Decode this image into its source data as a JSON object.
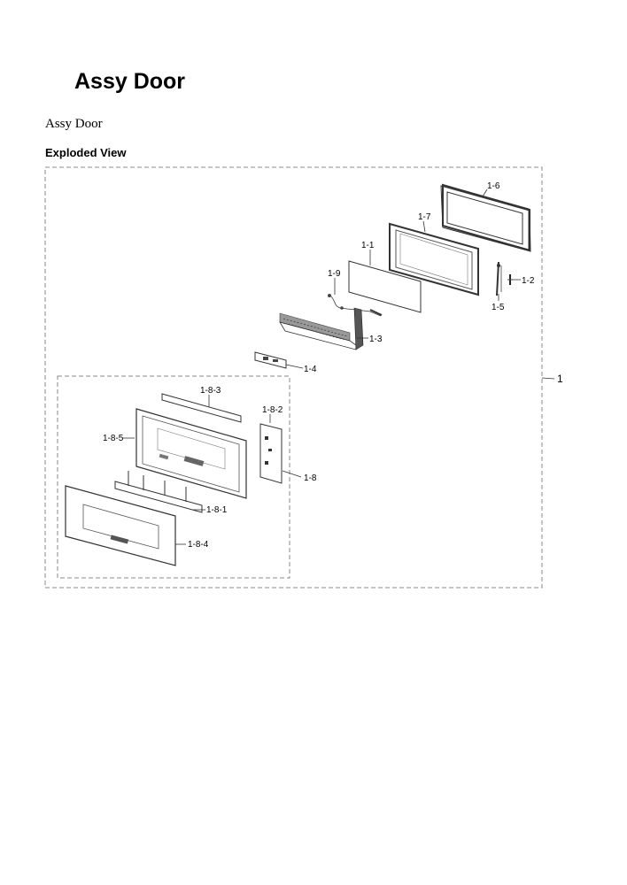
{
  "page": {
    "title": "Assy Door",
    "subtitle": "Assy Door",
    "section_heading": "Exploded View"
  },
  "callouts": {
    "c1_6": "1-6",
    "c1_7": "1-7",
    "c1_1": "1-1",
    "c1_9": "1-9",
    "c1_2": "1-2",
    "c1_5": "1-5",
    "c1_3": "1-3",
    "c1_4": "1-4",
    "c1": "1",
    "c1_8_3": "1-8-3",
    "c1_8_2": "1-8-2",
    "c1_8_5": "1-8-5",
    "c1_8": "1-8",
    "c1_8_1": "1-8-1",
    "c1_8_4": "1-8-4"
  }
}
